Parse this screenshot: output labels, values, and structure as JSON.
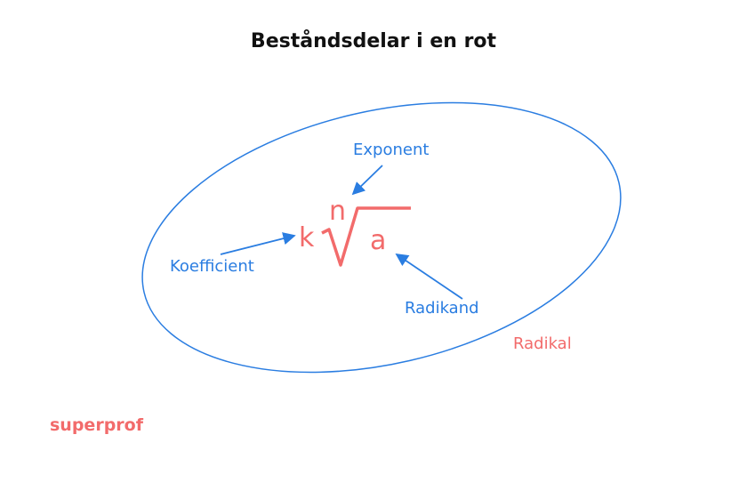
{
  "title": "Beståndsdelar i en rot",
  "labels": {
    "exponent": "Exponent",
    "koefficient": "Koefficient",
    "radikand": "Radikand",
    "radikal": "Radikal"
  },
  "expression": {
    "coefficient": "k",
    "index": "n",
    "radicand": "a"
  },
  "brand": "superprof",
  "colors": {
    "blue": "#2a7de1",
    "red": "#f26b6b",
    "text": "#111111"
  }
}
